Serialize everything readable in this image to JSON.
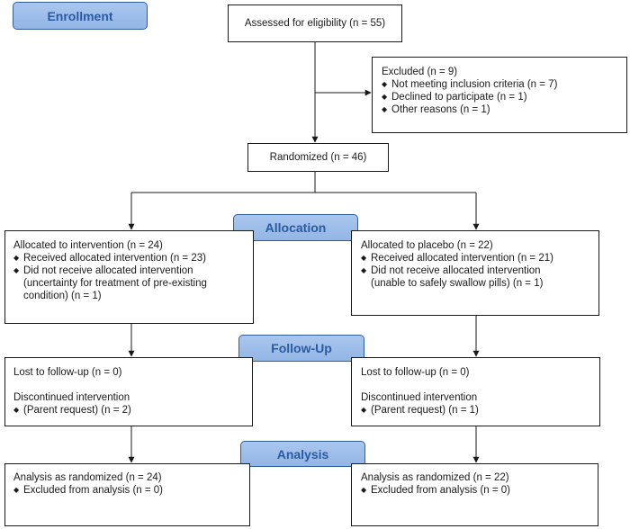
{
  "stages": {
    "enrollment": "Enrollment",
    "allocation": "Allocation",
    "followup": "Follow-Up",
    "analysis": "Analysis"
  },
  "assessed": "Assessed for eligibility (n = 55)",
  "excluded": {
    "title": "Excluded (n = 9)",
    "items": [
      "Not meeting inclusion criteria (n = 7)",
      "Declined to participate (n = 1)",
      "Other reasons (n = 1)"
    ]
  },
  "randomized": "Randomized (n = 46)",
  "allocation": {
    "intervention": {
      "title": "Allocated to intervention (n = 24)",
      "received": "Received allocated intervention (n = 23)",
      "not_received": "Did not receive allocated intervention",
      "not_received_detail": [
        "(uncertainty for treatment of pre-existing",
        "condition) (n = 1)"
      ]
    },
    "placebo": {
      "title": "Allocated to placebo (n = 22)",
      "received": "Received allocated intervention (n = 21)",
      "not_received": "Did not receive allocated intervention",
      "not_received_detail": [
        "(unable to safely swallow pills) (n = 1)"
      ]
    }
  },
  "followup": {
    "intervention": {
      "lost": "Lost to follow-up (n = 0)",
      "discontinued": "Discontinued intervention",
      "reason": "(Parent request) (n = 2)"
    },
    "placebo": {
      "lost": "Lost to follow-up (n = 0)",
      "discontinued": "Discontinued intervention",
      "reason": "(Parent request) (n = 1)"
    }
  },
  "analysis": {
    "intervention": {
      "title": "Analysis as randomized (n = 24)",
      "excluded": "Excluded from analysis (n = 0)"
    },
    "placebo": {
      "title": "Analysis as randomized (n = 22)",
      "excluded": "Excluded from analysis (n = 0)"
    }
  },
  "bullet_glyph": "◆"
}
